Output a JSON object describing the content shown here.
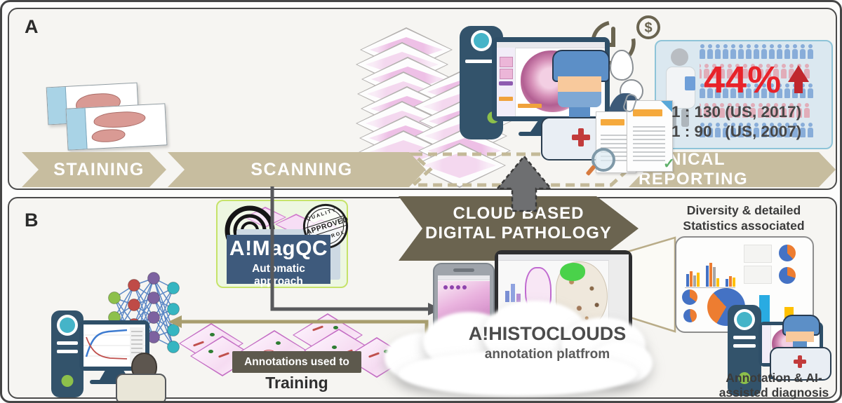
{
  "figure": {
    "panel_a_label": "A",
    "panel_b_label": "B"
  },
  "panel_a": {
    "banner": {
      "staining": "STAINING",
      "scanning": "SCANNING",
      "clinical_reporting": "CLINICAL REPORTING"
    },
    "stats_box": {
      "percent": "44%",
      "increase_icon": "↑",
      "ratio_2017": "1 : 130 (US, 2017)",
      "ratio_2007": "1 : 90   (US, 2007)"
    },
    "icons": {
      "dollar": "$",
      "document_check": "✓",
      "clock": "clock-icon",
      "sweat_drop": "sweat-drop-icon"
    }
  },
  "panel_b": {
    "qc_module": {
      "name": "A!MagQC",
      "subtitle": "Automatic approach",
      "stamp_top": "QUALITY",
      "stamp_middle": "APPROVED",
      "stamp_bottom": "CONTROL"
    },
    "cloud_arrow": {
      "line1": "CLOUD BASED",
      "line2": "DIGITAL PATHOLOGY"
    },
    "cloud_platform": {
      "name": "A!HISTOCLOUDS",
      "subtitle": "annotation platfrom"
    },
    "training": {
      "annotation_note": "Annotations used to train",
      "label": "Training"
    },
    "statistics_panel": {
      "caption_line1": "Diversity & detailed",
      "caption_line2": "Statistics associated"
    },
    "diagnosis": {
      "caption_line1": "Annotation & AI-",
      "caption_line2": "assisted diagnosis"
    }
  },
  "colors": {
    "banner_tan": "#c7bd9f",
    "cloud_arrow_olive": "#6b6450",
    "connector_gray": "#58595c",
    "connector_olive": "#a89e6e",
    "accent_red": "#e8232a",
    "slate_blue": "#3e5a7c",
    "teal": "#45b4c8",
    "green": "#8dc04b",
    "stats_bg": "#dbe8f0",
    "qc_bg": "#edf7e1",
    "qc_border": "#c6e36a"
  }
}
